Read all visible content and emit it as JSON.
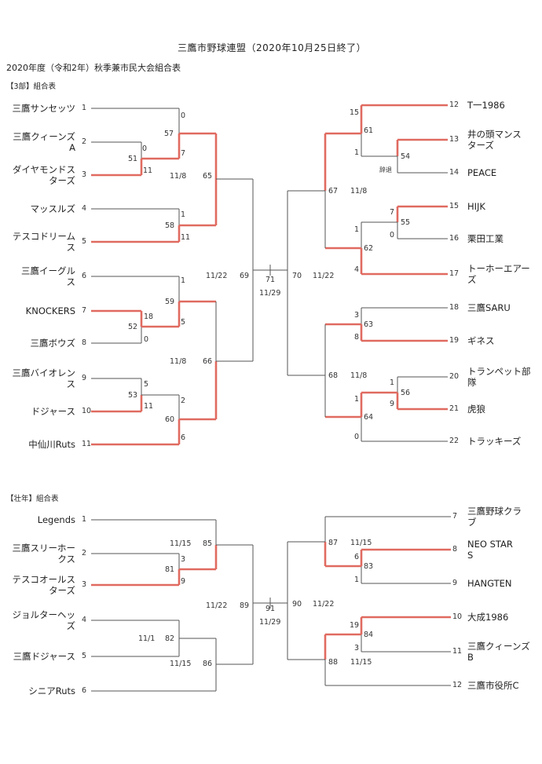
{
  "header": {
    "title": "三鷹市野球連盟（2020年10月25日終了）",
    "subtitle": "2020年度（令和2年）秋季兼市民大会組合表"
  },
  "section1": {
    "label": "【3部】組合表",
    "left_teams": [
      {
        "no": "1",
        "name": "三鷹サンセッツ"
      },
      {
        "no": "2",
        "name": "三鷹クィーンズ\nA"
      },
      {
        "no": "3",
        "name": "ダイヤモンドス\nターズ"
      },
      {
        "no": "4",
        "name": "マッスルズ"
      },
      {
        "no": "5",
        "name": "テスコドリーム\nス"
      },
      {
        "no": "6",
        "name": "三鷹イーグル\nス"
      },
      {
        "no": "7",
        "name": "KNOCKERS"
      },
      {
        "no": "8",
        "name": "三鷹ボウズ"
      },
      {
        "no": "9",
        "name": "三鷹バイオレン\nス"
      },
      {
        "no": "10",
        "name": "ドジャース"
      },
      {
        "no": "11",
        "name": "中仙川Ruts"
      }
    ],
    "right_teams": [
      {
        "no": "12",
        "name": "T一1986"
      },
      {
        "no": "13",
        "name": "井の頭マンス\nターズ"
      },
      {
        "no": "14",
        "name": "PEACE"
      },
      {
        "no": "15",
        "name": "HIJK"
      },
      {
        "no": "16",
        "name": "栗田工業"
      },
      {
        "no": "17",
        "name": "トーホーエアー\nズ"
      },
      {
        "no": "18",
        "name": "三鷹SARU"
      },
      {
        "no": "19",
        "name": "ギネス"
      },
      {
        "no": "20",
        "name": "トランペット部\n隊"
      },
      {
        "no": "21",
        "name": "虎狼"
      },
      {
        "no": "22",
        "name": "トラッキーズ"
      }
    ],
    "labels": [
      {
        "id": "s1",
        "text": "0"
      },
      {
        "id": "s2",
        "text": "57"
      },
      {
        "id": "s3",
        "text": "7"
      },
      {
        "id": "s4",
        "text": "0"
      },
      {
        "id": "s5",
        "text": "51"
      },
      {
        "id": "s6",
        "text": "11"
      },
      {
        "id": "s7",
        "text": "11/8"
      },
      {
        "id": "s8",
        "text": "65"
      },
      {
        "id": "s9",
        "text": "1"
      },
      {
        "id": "s10",
        "text": "58"
      },
      {
        "id": "s11",
        "text": "11"
      },
      {
        "id": "s12",
        "text": "11/22"
      },
      {
        "id": "s13",
        "text": "69"
      },
      {
        "id": "s14",
        "text": "1"
      },
      {
        "id": "s15",
        "text": "59"
      },
      {
        "id": "s16",
        "text": "18"
      },
      {
        "id": "s17",
        "text": "52"
      },
      {
        "id": "s18",
        "text": "5"
      },
      {
        "id": "s19",
        "text": "0"
      },
      {
        "id": "s20",
        "text": "11/8"
      },
      {
        "id": "s21",
        "text": "66"
      },
      {
        "id": "s22",
        "text": "5"
      },
      {
        "id": "s23",
        "text": "53"
      },
      {
        "id": "s24",
        "text": "11"
      },
      {
        "id": "s25",
        "text": "2"
      },
      {
        "id": "s26",
        "text": "60"
      },
      {
        "id": "s27",
        "text": "6"
      },
      {
        "id": "s28",
        "text": "71"
      },
      {
        "id": "s29",
        "text": "11/29"
      },
      {
        "id": "s30",
        "text": "70"
      },
      {
        "id": "s31",
        "text": "11/22"
      },
      {
        "id": "s32",
        "text": "15"
      },
      {
        "id": "s33",
        "text": "61"
      },
      {
        "id": "s34",
        "text": "1"
      },
      {
        "id": "s35",
        "text": "54"
      },
      {
        "id": "s36",
        "text": "辞退"
      },
      {
        "id": "s37",
        "text": "67"
      },
      {
        "id": "s38",
        "text": "11/8"
      },
      {
        "id": "s39",
        "text": "7"
      },
      {
        "id": "s40",
        "text": "55"
      },
      {
        "id": "s41",
        "text": "0"
      },
      {
        "id": "s42",
        "text": "1"
      },
      {
        "id": "s43",
        "text": "62"
      },
      {
        "id": "s44",
        "text": "4"
      },
      {
        "id": "s45",
        "text": "3"
      },
      {
        "id": "s46",
        "text": "63"
      },
      {
        "id": "s47",
        "text": "8"
      },
      {
        "id": "s48",
        "text": "68"
      },
      {
        "id": "s49",
        "text": "11/8"
      },
      {
        "id": "s50",
        "text": "1"
      },
      {
        "id": "s51",
        "text": "56"
      },
      {
        "id": "s52",
        "text": "9"
      },
      {
        "id": "s53",
        "text": "1"
      },
      {
        "id": "s54",
        "text": "64"
      },
      {
        "id": "s55",
        "text": "0"
      }
    ]
  },
  "section2": {
    "label": "【壮年】組合表",
    "left_teams": [
      {
        "no": "1",
        "name": "Legends"
      },
      {
        "no": "2",
        "name": "三鷹スリーホー\nクス"
      },
      {
        "no": "3",
        "name": "テスコオールス\nターズ"
      },
      {
        "no": "4",
        "name": "ジョルターヘッ\nズ"
      },
      {
        "no": "5",
        "name": "三鷹ドジャース"
      },
      {
        "no": "6",
        "name": "シニアRuts"
      }
    ],
    "right_teams": [
      {
        "no": "7",
        "name": "三鷹野球クラ\nブ"
      },
      {
        "no": "8",
        "name": "NEO STAR\nS"
      },
      {
        "no": "9",
        "name": "HANGTEN"
      },
      {
        "no": "10",
        "name": "大成1986"
      },
      {
        "no": "11",
        "name": "三鷹クィーンズ\nB"
      },
      {
        "no": "12",
        "name": "三鷹市役所C"
      }
    ],
    "labels": [
      {
        "id": "t1",
        "text": "11/15"
      },
      {
        "id": "t2",
        "text": "85"
      },
      {
        "id": "t3",
        "text": "3"
      },
      {
        "id": "t4",
        "text": "81"
      },
      {
        "id": "t5",
        "text": "9"
      },
      {
        "id": "t6",
        "text": "11/22"
      },
      {
        "id": "t7",
        "text": "89"
      },
      {
        "id": "t8",
        "text": "11/1"
      },
      {
        "id": "t9",
        "text": "82"
      },
      {
        "id": "t10",
        "text": "11/15"
      },
      {
        "id": "t11",
        "text": "86"
      },
      {
        "id": "t12",
        "text": "91"
      },
      {
        "id": "t13",
        "text": "11/29"
      },
      {
        "id": "t14",
        "text": "90"
      },
      {
        "id": "t15",
        "text": "11/22"
      },
      {
        "id": "t16",
        "text": "87"
      },
      {
        "id": "t17",
        "text": "11/15"
      },
      {
        "id": "t18",
        "text": "6"
      },
      {
        "id": "t19",
        "text": "83"
      },
      {
        "id": "t20",
        "text": "1"
      },
      {
        "id": "t21",
        "text": "19"
      },
      {
        "id": "t22",
        "text": "84"
      },
      {
        "id": "t23",
        "text": "3"
      },
      {
        "id": "t24",
        "text": "88"
      },
      {
        "id": "t25",
        "text": "11/15"
      }
    ]
  },
  "colors": {
    "winner_line": "#e06a60",
    "line": "#555555"
  }
}
